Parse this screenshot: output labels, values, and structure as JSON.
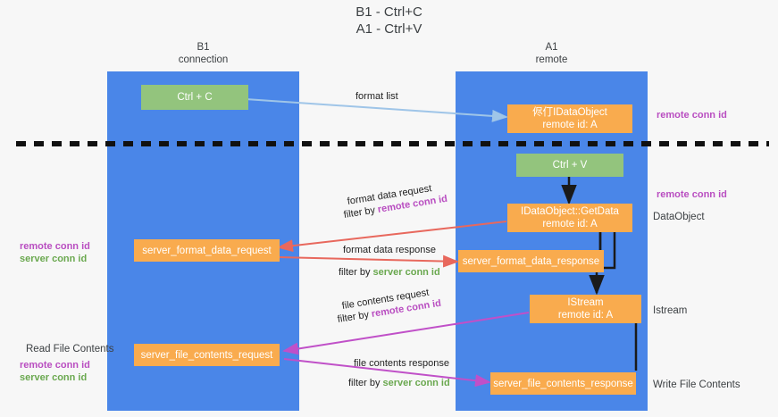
{
  "title": {
    "line1": "B1 - Ctrl+C",
    "line2": "A1 - Ctrl+V"
  },
  "columns": {
    "b1": {
      "name": "B1",
      "role": "connection"
    },
    "a1": {
      "name": "A1",
      "role": "remote"
    }
  },
  "boxes": {
    "ctrl_c": "Ctrl + C",
    "ctrl_v": "Ctrl + V",
    "idataobject_title": "侭仃IDataObject",
    "idataobject_sub": "remote id: A",
    "getdata_title": "IDataObject::GetData",
    "getdata_sub": "remote id: A",
    "istream_title": "IStream",
    "istream_sub": "remote id: A",
    "server_format_data_request": "server_format_data_request",
    "server_format_data_response": "server_format_data_response",
    "server_file_contents_request": "server_file_contents_request",
    "server_file_contents_response": "server_file_contents_response"
  },
  "arrow_labels": {
    "format_list": "format list",
    "format_data_request": "format data request",
    "format_data_request_filter_prefix": "filter by ",
    "format_data_request_filter_value": "remote conn id",
    "format_data_response": "format data response",
    "format_data_response_filter_prefix": "filter by ",
    "format_data_response_filter_value": "server conn id",
    "file_contents_request": "file contents request",
    "file_contents_request_filter_prefix": "filter by ",
    "file_contents_request_filter_value": "remote conn id",
    "file_contents_response": "file contents response",
    "file_contents_response_filter_prefix": "filter by ",
    "file_contents_response_filter_value": "server conn id"
  },
  "annotations": {
    "right_remote_conn_id_top": "remote conn id",
    "right_remote_conn_id_mid": "remote conn id",
    "right_dataobject": "DataObject",
    "right_istream": "Istream",
    "right_write_file_contents": "Write File Contents",
    "left_remote_conn_id_mid": "remote conn id",
    "left_server_conn_id_mid": "server conn id",
    "left_read_file_contents": "Read File Contents",
    "left_remote_conn_id_bottom": "remote conn id",
    "left_server_conn_id_bottom": "server conn id"
  },
  "colors": {
    "lane": "#4a86e8",
    "green_box": "#93c47d",
    "orange_box": "#f9ab4e",
    "purple_text": "#b94ec1",
    "green_text": "#6aa84f",
    "arrow_blue": "#9fc5e8",
    "arrow_red": "#e8685d",
    "arrow_magenta": "#c050c8",
    "arrow_black": "#1a1a1a",
    "divider": "#111111",
    "background": "#f7f7f7"
  }
}
